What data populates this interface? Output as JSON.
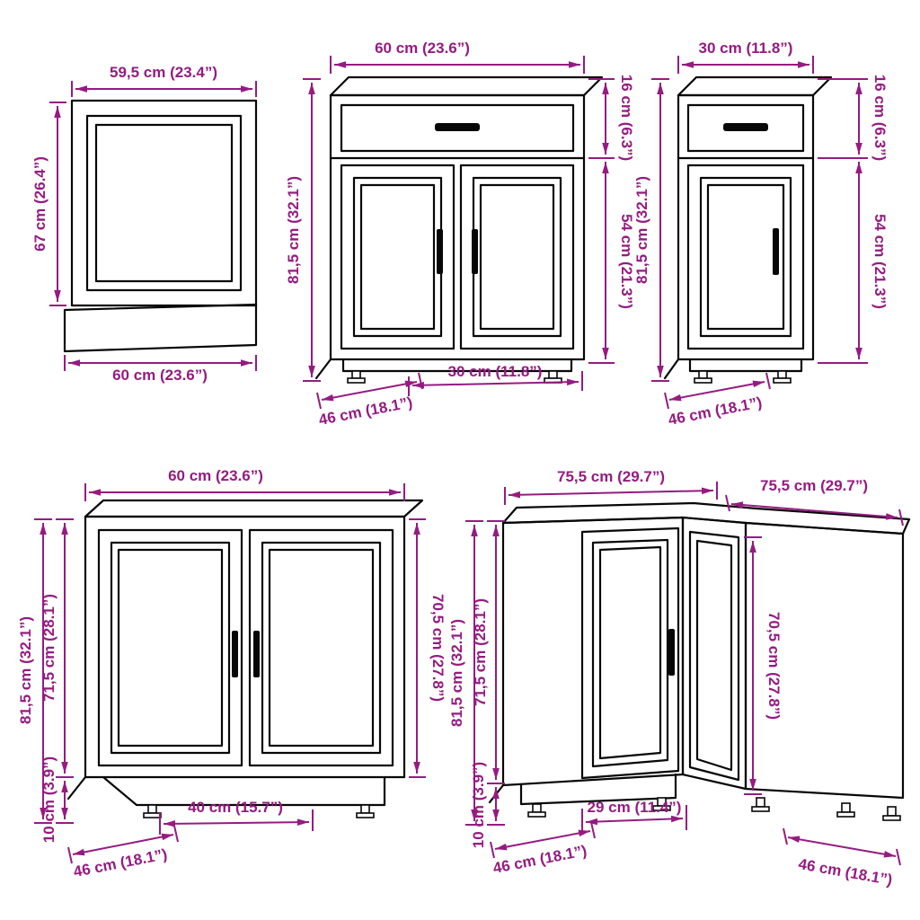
{
  "palette": {
    "dimension_color": "#951b81",
    "line_color": "#070707",
    "background": "#ffffff"
  },
  "panel_cabinet": {
    "width_top": "59,5 cm (23.4”)",
    "height_left": "67 cm (26.4”)",
    "width_bottom": "60 cm (23.6”)"
  },
  "drawer_cabinet_60": {
    "width_top": "60 cm (23.6”)",
    "drawer_height": "16 cm (6.3”)",
    "door_height": "54 cm (21.3”)",
    "total_height": "81,5 cm (32.1”)",
    "inner_width": "30 cm (11.8”)",
    "depth": "46 cm (18.1”)"
  },
  "drawer_cabinet_30": {
    "width_top": "30 cm (11.8”)",
    "drawer_height": "16 cm (6.3”)",
    "door_height": "54 cm (21.3”)",
    "total_height": "81,5 cm (32.1”)",
    "depth": "46 cm (18.1”)"
  },
  "double_door_cabinet": {
    "width_top": "60 cm (23.6”)",
    "total_height": "81,5 cm (32.1”)",
    "door_height": "71,5 cm (28.1”)",
    "right_height": "70,5 cm (27.8”)",
    "plinth_height": "10 cm (3.9”)",
    "inner_width": "40 cm (15.7”)",
    "depth": "46 cm (18.1”)"
  },
  "corner_cabinet": {
    "width_left": "75,5 cm (29.7”)",
    "width_right": "75,5 cm (29.7”)",
    "total_height": "81,5 cm (32.1”)",
    "door_height": "71,5 cm (28.1”)",
    "side_height": "70,5 cm (27.8”)",
    "plinth_height": "10 cm (3.9”)",
    "door_width": "29 cm (11.4”)",
    "depth_left": "46 cm (18.1”)",
    "depth_right": "46 cm (18.1”)"
  }
}
